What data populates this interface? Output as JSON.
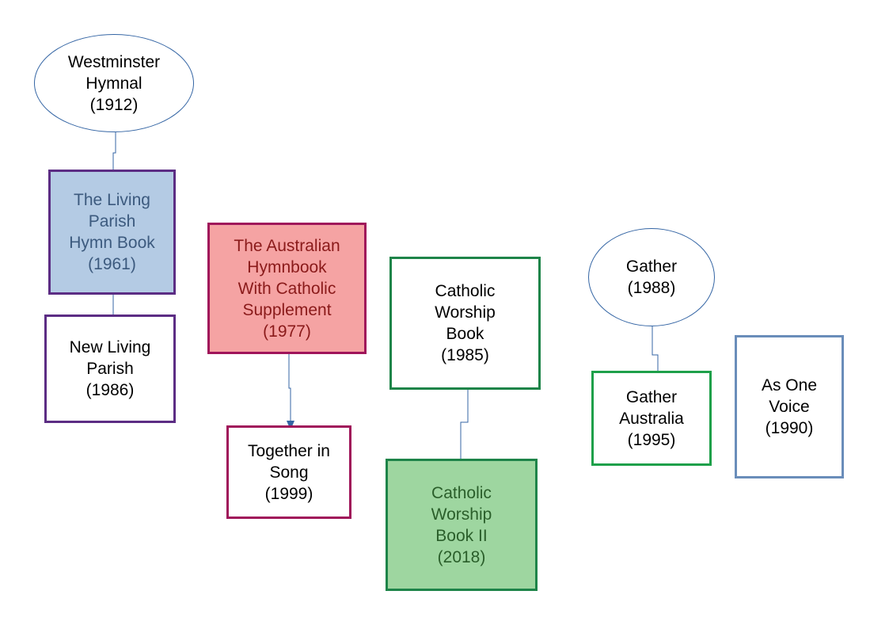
{
  "diagram": {
    "nodes": [
      {
        "id": "westminster",
        "label": "Westminster\nHymnal\n(1912)",
        "shape": "ellipse",
        "border": "#3465a4",
        "fill": "#ffffff",
        "text_color": "#000000"
      },
      {
        "id": "living-parish",
        "label": "The Living\nParish\nHymn Book\n(1961)",
        "shape": "box",
        "border": "#5c2d84",
        "fill": "#b4cbe4",
        "text_color": "#3c5a7e"
      },
      {
        "id": "new-living-parish",
        "label": "New Living\nParish\n(1986)",
        "shape": "box",
        "border": "#5c2d84",
        "fill": "#ffffff",
        "text_color": "#000000"
      },
      {
        "id": "australian-hymnbook",
        "label": "The Australian\nHymnbook\nWith Catholic\nSupplement\n(1977)",
        "shape": "box",
        "border": "#a0155a",
        "fill": "#f5a3a3",
        "text_color": "#8a1a1a"
      },
      {
        "id": "together-in-song",
        "label": "Together in\nSong\n(1999)",
        "shape": "box",
        "border": "#a0155a",
        "fill": "#ffffff",
        "text_color": "#000000"
      },
      {
        "id": "catholic-worship-book",
        "label": "Catholic\nWorship\nBook\n(1985)",
        "shape": "box",
        "border": "#1e8449",
        "fill": "#ffffff",
        "text_color": "#000000"
      },
      {
        "id": "catholic-worship-book-ii",
        "label": "Catholic\nWorship\nBook II\n(2018)",
        "shape": "box",
        "border": "#1e8449",
        "fill": "#9ed6a0",
        "text_color": "#2a5e2a"
      },
      {
        "id": "gather",
        "label": "Gather\n(1988)",
        "shape": "ellipse",
        "border": "#3465a4",
        "fill": "#ffffff",
        "text_color": "#000000"
      },
      {
        "id": "gather-australia",
        "label": "Gather\nAustralia\n(1995)",
        "shape": "box",
        "border": "#1ea04a",
        "fill": "#ffffff",
        "text_color": "#000000"
      },
      {
        "id": "as-one-voice",
        "label": "As One\nVoice\n(1990)",
        "shape": "box",
        "border": "#6a8dba",
        "fill": "#ffffff",
        "text_color": "#000000"
      }
    ],
    "edges": [
      {
        "from": "westminster",
        "to": "living-parish"
      },
      {
        "from": "living-parish",
        "to": "new-living-parish"
      },
      {
        "from": "australian-hymnbook",
        "to": "together-in-song"
      },
      {
        "from": "catholic-worship-book",
        "to": "catholic-worship-book-ii"
      },
      {
        "from": "gather",
        "to": "gather-australia"
      }
    ],
    "connector_color": "#3465a4"
  }
}
